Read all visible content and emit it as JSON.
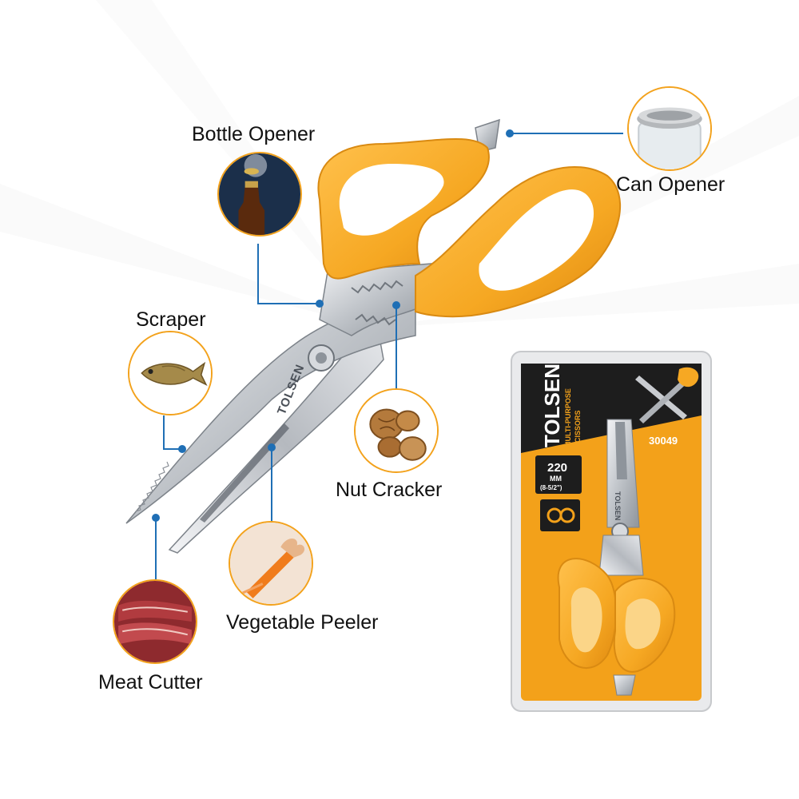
{
  "callouts": {
    "bottle_opener": "Bottle Opener",
    "can_opener": "Can Opener",
    "scraper": "Scraper",
    "nut_cracker": "Nut Cracker",
    "vegetable_peeler": "Vegetable Peeler",
    "meat_cutter": "Meat Cutter"
  },
  "scissors": {
    "brand_engraving": "TOLSEN"
  },
  "package": {
    "brand": "TOLSEN",
    "product_line1": "MULTI-PURPOSE",
    "product_line2": "SCISSORS",
    "model": "30049",
    "size_value": "220",
    "size_unit": "MM",
    "size_inch": "(8-5/2\")",
    "blade_engraving": "TOLSEN"
  },
  "colors": {
    "handle_orange": "#f6a823",
    "accent_blue": "#1f6fb5",
    "circle_border": "#f3a21c",
    "blade_steel": "#c9ccd0",
    "package_orange": "#f3a11a",
    "package_dark": "#1d1d1d"
  }
}
